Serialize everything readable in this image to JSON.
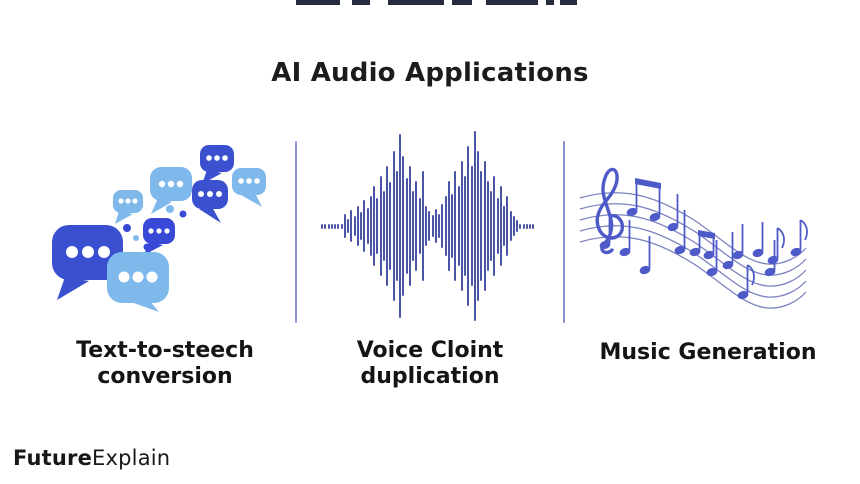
{
  "title": "AI Audio Applications",
  "sections": [
    {
      "id": "text-to-speech",
      "line1": "Text-to-steech",
      "line2": "conversion",
      "icon": "speech-bubbles-icon"
    },
    {
      "id": "voice-cloning",
      "line1": "Voice Cloint",
      "line2": "duplication",
      "icon": "audio-waveform-icon"
    },
    {
      "id": "music-generation",
      "line1": "Music Generation",
      "line2": "",
      "icon": "music-notes-icon"
    }
  ],
  "branding": {
    "bold": "Future",
    "regular": "Explain"
  },
  "colors": {
    "title_text": "#1b1c1e",
    "label_text": "#141417",
    "bubble_dark_blue": "#3a50cf",
    "bubble_royal_blue": "#3849d8",
    "bubble_light_blue": "#7fb9ec",
    "waveform_bars": "#4a55a6",
    "music_notes": "#4f5ac9",
    "staff_lines": "#7b82c0",
    "divider": "#7d85c3",
    "logo_text": "#17181a"
  },
  "waveform": {
    "bar_heights": [
      5,
      5,
      5,
      5,
      5,
      5,
      5,
      24,
      14,
      32,
      20,
      40,
      28,
      52,
      36,
      60,
      80,
      56,
      100,
      70,
      120,
      88,
      150,
      110,
      184,
      140,
      96,
      120,
      70,
      90,
      56,
      110,
      40,
      30,
      22,
      34,
      24,
      44,
      60,
      90,
      64,
      110,
      80,
      130,
      100,
      160,
      120,
      190,
      150,
      110,
      130,
      90,
      70,
      100,
      56,
      80,
      40,
      60,
      30,
      20,
      12,
      5,
      5,
      5,
      5,
      5
    ]
  }
}
